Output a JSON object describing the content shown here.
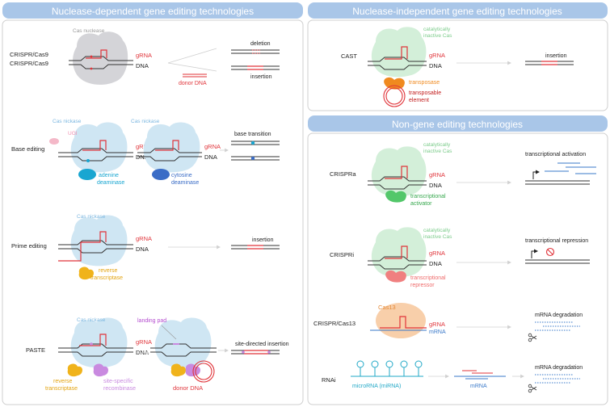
{
  "panels": {
    "left_title": "Nuclease-dependent gene editing technologies",
    "top_right_title": "Nuclease-independent gene editing technologies",
    "bottom_right_title": "Non-gene editing technologies"
  },
  "rows": {
    "crispr_cas9": {
      "name_line1": "CRISPR/Cas9",
      "name_line2": "CRISPR/Cas9",
      "enzyme": "Cas nuclease",
      "grna": "gRNA",
      "dna": "DNA",
      "donor": "donor DNA",
      "outcome_deletion": "deletion",
      "outcome_insertion": "insertion"
    },
    "base_editing": {
      "name": "Base editing",
      "enzyme_left": "Cas nickase",
      "enzyme_right": "Cas nickase",
      "ugi": "UGI",
      "grna": "gRNA",
      "dna": "DNA",
      "deaminase_a_line1": "adenine",
      "deaminase_a_line2": "deaminase",
      "deaminase_c_line1": "cytosine",
      "deaminase_c_line2": "deaminase",
      "outcome": "base transition"
    },
    "prime_editing": {
      "name": "Prime editing",
      "enzyme": "Cas nickase",
      "grna": "gRNA",
      "dna": "DNA",
      "rt_line1": "reverse",
      "rt_line2": "transcriptase",
      "outcome": "insertion"
    },
    "paste": {
      "name": "PASTE",
      "enzyme": "Cas nickase",
      "grna": "gRNA",
      "dna": "DNA",
      "rt_line1": "reverse",
      "rt_line2": "transcriptase",
      "recomb_line1": "site-specific",
      "recomb_line2": "recombinase",
      "landing_pad": "landing pad",
      "donor": "donor DNA",
      "outcome": "site-directed insertion"
    },
    "cast": {
      "name": "CAST",
      "enzyme_line1": "catalytically",
      "enzyme_line2": "inactive Cas",
      "grna": "gRNA",
      "dna": "DNA",
      "transposase": "transposase",
      "element_line1": "transposable",
      "element_line2": "element",
      "outcome": "insertion"
    },
    "crispra": {
      "name": "CRISPRa",
      "enzyme_line1": "catalytically",
      "enzyme_line2": "inactive Cas",
      "grna": "gRNA",
      "dna": "DNA",
      "effector_line1": "transcriptional",
      "effector_line2": "activator",
      "outcome": "transcriptional activation"
    },
    "crispri": {
      "name": "CRISPRi",
      "enzyme_line1": "catalytically",
      "enzyme_line2": "inactive Cas",
      "grna": "gRNA",
      "dna": "DNA",
      "effector_line1": "transcriptional",
      "effector_line2": "repressor",
      "outcome": "transcriptional repression"
    },
    "crispr_cas13": {
      "name": "CRISPR/Cas13",
      "enzyme": "Cas13",
      "grna": "gRNA",
      "mrna": "mRNA",
      "outcome": "mRNA degradation"
    },
    "rnai": {
      "name": "RNAi",
      "mirna": "microRNA (miRNA)",
      "mrna": "mRNA",
      "outcome": "mRNA degradation"
    }
  },
  "colors": {
    "header_fill": "#a9c6e8",
    "nickase_blob": "#cfe6f3",
    "nuclease_blob": "#d4d4d8",
    "inactive_blob": "#d3efd9",
    "cas13_blob": "#f8cfaa",
    "grna": "#e0343a",
    "dna": "#333333",
    "adenine": "#19a6d1",
    "cytosine": "#3a6cc6",
    "rt": "#f0b31b",
    "recombinase": "#c98ae0",
    "activator": "#53c76a",
    "repressor": "#f08080",
    "transposase": "#f08a1f",
    "mrna": "#3a79c9"
  },
  "icons": {
    "scissors": "scissors-icon",
    "repression": "no-entry-icon",
    "tss": "promoter-arrow-icon"
  }
}
